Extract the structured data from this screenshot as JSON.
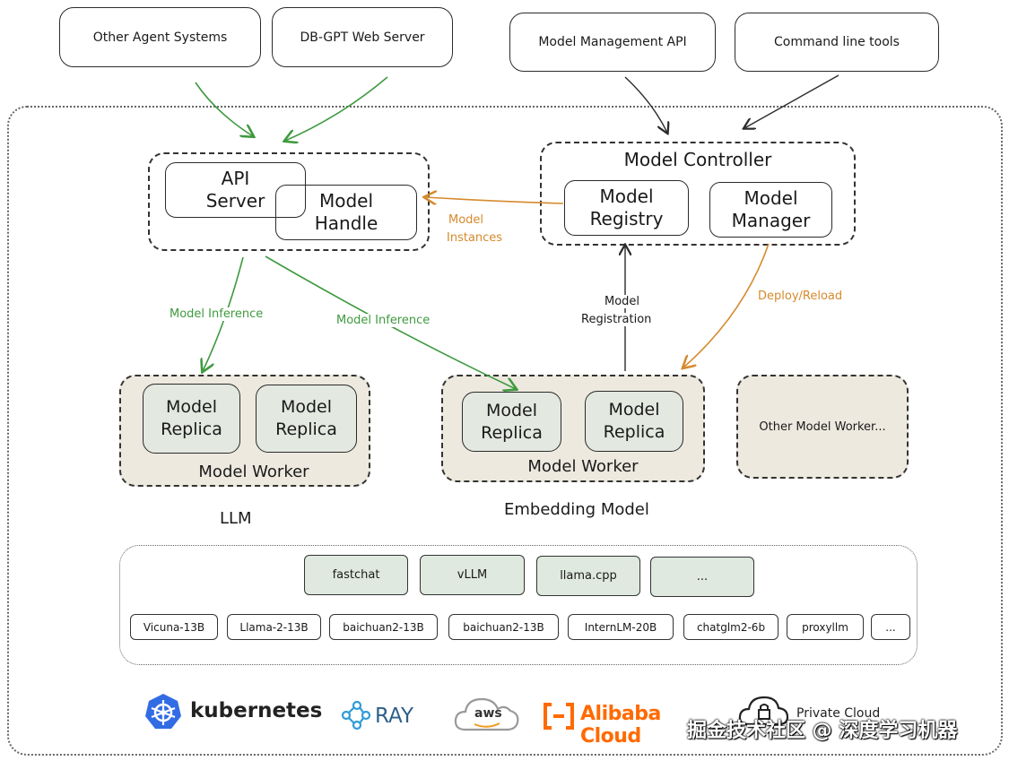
{
  "top_clients": {
    "other_agents": "Other Agent Systems",
    "web_server": "DB-GPT Web Server",
    "model_api": "Model Management API",
    "cli": "Command line tools"
  },
  "api_server": {
    "line1": "API",
    "line2": "Server"
  },
  "model_handle": {
    "line1": "Model",
    "line2": "Handle"
  },
  "controller": {
    "title": "Model Controller",
    "registry": {
      "line1": "Model",
      "line2": "Registry"
    },
    "manager": {
      "line1": "Model",
      "line2": "Manager"
    }
  },
  "edge_labels": {
    "model_instances_1": "Model",
    "model_instances_2": "Instances",
    "inference_left": "Model Inference",
    "inference_right": "Model Inference",
    "registration_1": "Model",
    "registration_2": "Registration",
    "deploy_reload": "Deploy/Reload"
  },
  "workers": {
    "replica_line1": "Model",
    "replica_line2": "Replica",
    "worker_label": "Model Worker",
    "other_worker": "Other Model Worker...",
    "llm_caption": "LLM",
    "embedding_caption": "Embedding Model"
  },
  "engines": [
    "fastchat",
    "vLLM",
    "llama.cpp",
    "..."
  ],
  "models": [
    "Vicuna-13B",
    "Llama-2-13B",
    "baichuan2-13B",
    "baichuan2-13B",
    "InternLM-20B",
    "chatglm2-6b",
    "proxyllm",
    "..."
  ],
  "platforms": {
    "kubernetes": "kubernetes",
    "ray": "RAY",
    "aws": "aws",
    "alibaba": "Alibaba Cloud",
    "private": "Private Cloud"
  },
  "watermark": "掘金技术社区 @ 深度学习机器",
  "colors": {
    "green": "#3f9a3f",
    "orange": "#d68a2e",
    "dark": "#2b2b2b",
    "worker_bg": "#ede9df"
  }
}
